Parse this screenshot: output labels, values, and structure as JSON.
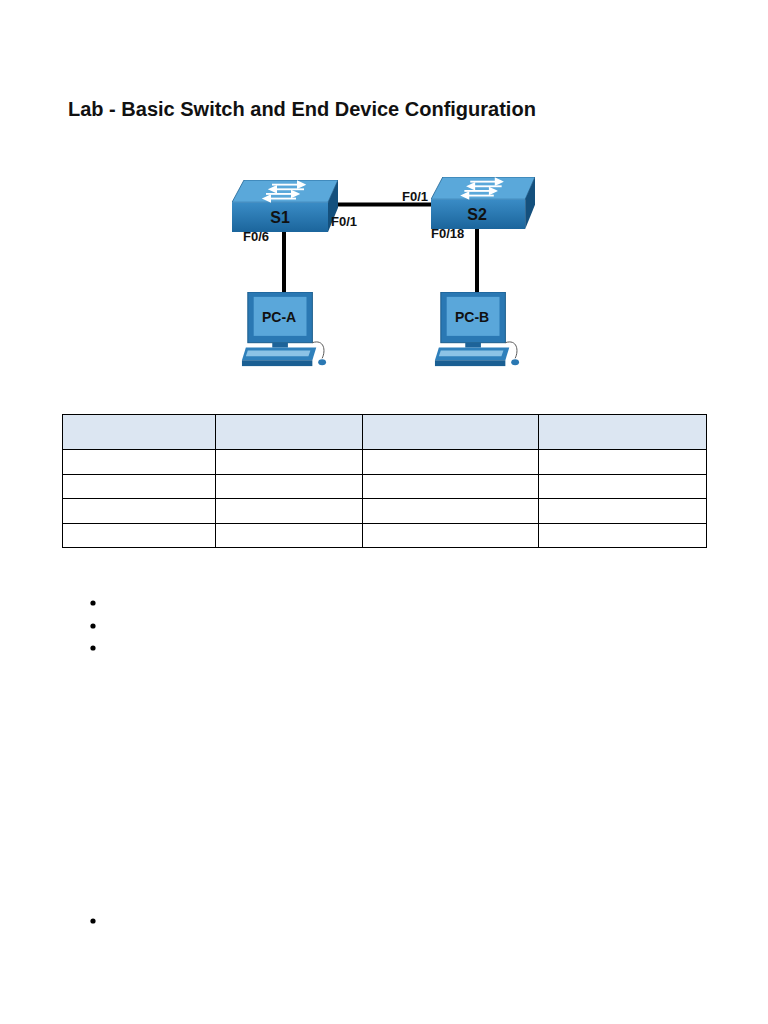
{
  "diagram": {
    "title": "Lab - Basic Switch and End Device Configuration",
    "nodes": [
      {
        "text": [
          "S1"
        ]
      },
      {
        "text": [
          "S2"
        ]
      },
      {
        "text": [
          "PC-A"
        ]
      },
      {
        "text": [
          "PC-B"
        ]
      }
    ],
    "edges": [
      {
        "from": 0,
        "to": 1,
        "arrow": "none"
      },
      {
        "from": 0,
        "to": 2,
        "arrow": "none"
      },
      {
        "from": 1,
        "to": 3,
        "arrow": "none"
      }
    ],
    "labels": [
      "F0/1",
      "F0/6",
      "F0/1",
      "F0/18"
    ]
  }
}
